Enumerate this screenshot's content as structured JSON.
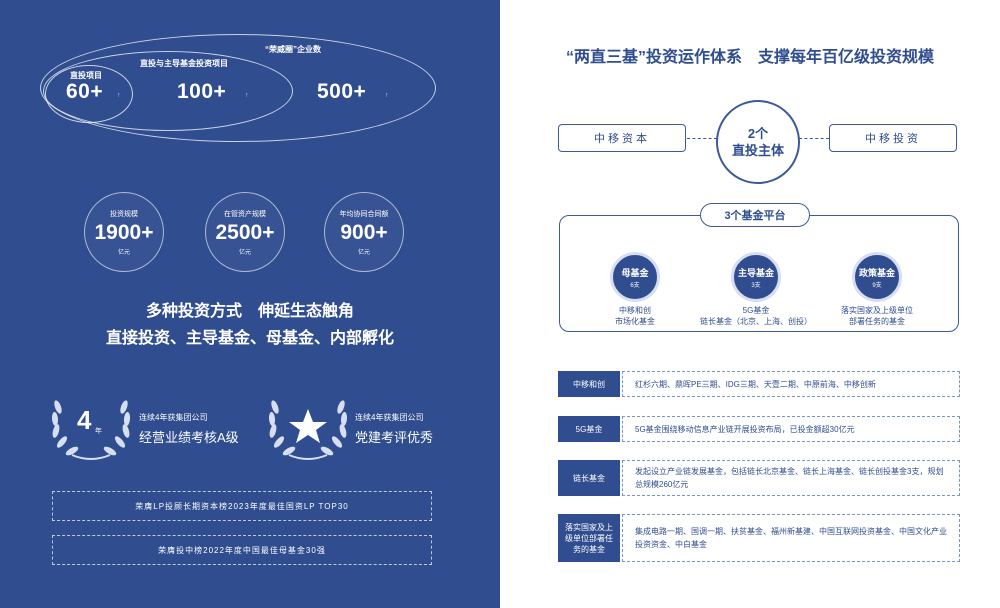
{
  "left": {
    "tiers": [
      {
        "label": "直投项目",
        "value": "60+"
      },
      {
        "label": "直投与主导基金投资项目",
        "value": "100+"
      },
      {
        "label": "“荣威圈”企业数",
        "value": "500+"
      }
    ],
    "up_arrow": "↑",
    "stats": [
      {
        "title": "投资规模",
        "value": "1900+",
        "unit": "亿元"
      },
      {
        "title": "在管资产规模",
        "value": "2500+",
        "unit": "亿元"
      },
      {
        "title": "年均协同合同额",
        "value": "900+",
        "unit": "亿元"
      }
    ],
    "slogan_line1": "多种投资方式　伸延生态触角",
    "slogan_line2": "直接投资、主导基金、母基金、内部孵化",
    "awards": [
      {
        "badge_num": "4",
        "badge_unit": "年",
        "small": "连续4年获集团公司",
        "big": "经营业绩考核A级"
      },
      {
        "badge_icon": "star-icon",
        "small": "连续4年获集团公司",
        "big": "党建考评优秀"
      }
    ],
    "honors": [
      "荣膺LP投顾长期资本榜2023年度最佳国资LP TOP30",
      "荣膺投中榜2022年度中国最佳母基金30强"
    ]
  },
  "right": {
    "title": "“两直三基”投资运作体系　支撑每年百亿级投资规模",
    "entity_left": "中移资本",
    "entity_right": "中移投资",
    "center_line1": "2个",
    "center_line2": "直投主体",
    "fund_platform_title": "3个基金平台",
    "funds": [
      {
        "name": "母基金",
        "count": "6支",
        "desc1": "中移和创",
        "desc2": "市场化基金"
      },
      {
        "name": "主导基金",
        "count": "3支",
        "desc1": "5G基金",
        "desc2": "链长基金（北京、上海、创投）"
      },
      {
        "name": "政策基金",
        "count": "9支",
        "desc1": "落实国家及上级单位",
        "desc2": "部署任务的基金"
      }
    ],
    "rows": [
      {
        "label": "中移和创",
        "text": "红杉六期、鼎晖PE三期、IDG三期、天壹二期、中原前海、中移创新"
      },
      {
        "label": "5G基金",
        "text": "5G基金围绕移动信息产业链开展投资布局，已投金额超30亿元"
      },
      {
        "label": "链长基金",
        "text": "发起设立产业链发展基金，包括链长北京基金、链长上海基金、链长创投基金3支，规划总规模260亿元"
      },
      {
        "label": "落实国家及上级单位部署任务的基金",
        "text": "集成电路一期、国调一期、扶贫基金、福州新基建、中国互联网投资基金、中国文化产业投资资金、中白基金"
      }
    ]
  },
  "colors": {
    "navy": "#2f4d8f",
    "white": "#ffffff",
    "pale_blue": "#d6def0"
  }
}
